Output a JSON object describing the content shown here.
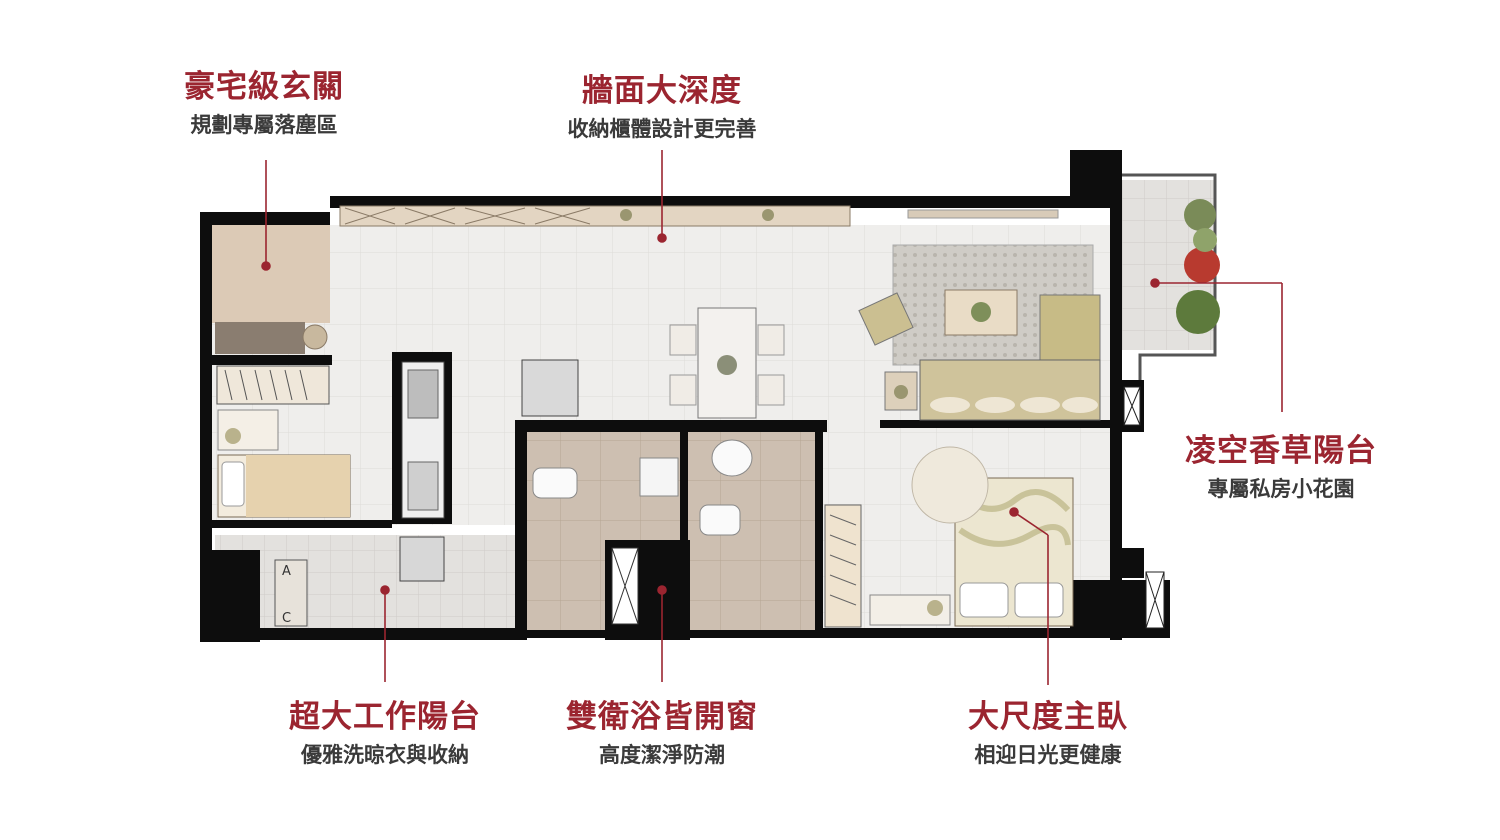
{
  "callouts": {
    "entrance": {
      "title": "豪宅級玄關",
      "subtitle": "規劃專屬落塵區"
    },
    "wall": {
      "title": "牆面大深度",
      "subtitle": "收納櫃體設計更完善"
    },
    "balcony": {
      "title": "凌空香草陽台",
      "subtitle": "專屬私房小花園"
    },
    "work": {
      "title": "超大工作陽台",
      "subtitle": "優雅洗晾衣與收納"
    },
    "bath": {
      "title": "雙衛浴皆開窗",
      "subtitle": "高度潔淨防潮"
    },
    "bedroom": {
      "title": "大尺度主臥",
      "subtitle": "相迎日光更健康"
    }
  },
  "plan_labels": {
    "wm_a": "A",
    "wm_c": "C"
  },
  "colors": {
    "accent": "#9b2530",
    "subtitle": "#3a3a3a",
    "wall": "#0d0d0d",
    "floor": "#ecebe9",
    "tile": "#c7b8a8",
    "wood": "#d9c2a0",
    "marble": "#ddd1c3"
  }
}
